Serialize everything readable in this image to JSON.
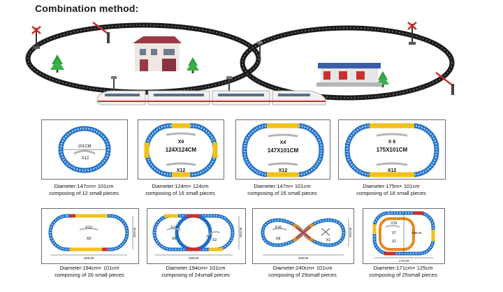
{
  "header": {
    "title": "Combination method:"
  },
  "colors": {
    "track_blue": "#1f6fc6",
    "track_tie": "#9fc8ee",
    "track_yellow": "#f2c21a",
    "track_red": "#c9302c",
    "track_orange": "#e58a1f",
    "rail_dark": "#1b1b1b",
    "station_roof": "#9b3a46"
  },
  "top_row": [
    {
      "size_text": "101CM",
      "qty_text": "X12",
      "caption_line1": "Diameter:147cm× 101cm",
      "caption_line2": "composing of 12 small pieces"
    },
    {
      "qty1": "X4",
      "size_text": "124X124CM",
      "qty2": "X12",
      "caption_line1": "Diameter:124m× 124cm",
      "caption_line2": "composing of 16 small pieces"
    },
    {
      "qty1": "X4",
      "size_text": "147X101CM",
      "qty2": "X12",
      "caption_line1": "Diameter:147m× 101cm",
      "caption_line2": "composing of 16 small pieces"
    },
    {
      "qty1": "X 6",
      "size_text": "175X101CM",
      "qty2": "X12",
      "caption_line1": "Diameter:175m× 101cm",
      "caption_line2": "composing of 18 small pieces"
    }
  ],
  "bottom_row": [
    {
      "qty1": "X12",
      "qty2": "X8",
      "width_text": "194CM",
      "height_text": "101CM",
      "caption_line1": "Diameter:194cm× 101cm",
      "caption_line2": "composing of 20 small pieces"
    },
    {
      "qty1": "X16",
      "qty2": "X8",
      "qty3": "X2",
      "width_text": "194CM",
      "height_text": "101CM",
      "caption_line1": "Diameter:194cm× 101cm",
      "caption_line2": "composing of 24small pieces"
    },
    {
      "qty1": "X16",
      "qty2": "X8",
      "qty3": "X1",
      "width_text": "240CM",
      "height_text": "101CM",
      "caption_line1": "Diameter:240cm× 101cm",
      "caption_line2": "composing of 29small pieces"
    },
    {
      "qty1": "X16",
      "qty2": "X7",
      "qty3": "X2",
      "width_text": "171CM",
      "height_text": "125CM",
      "caption_line1": "Diameter:171cm× 125cm",
      "caption_line2": "composing of 25small pieces"
    }
  ]
}
